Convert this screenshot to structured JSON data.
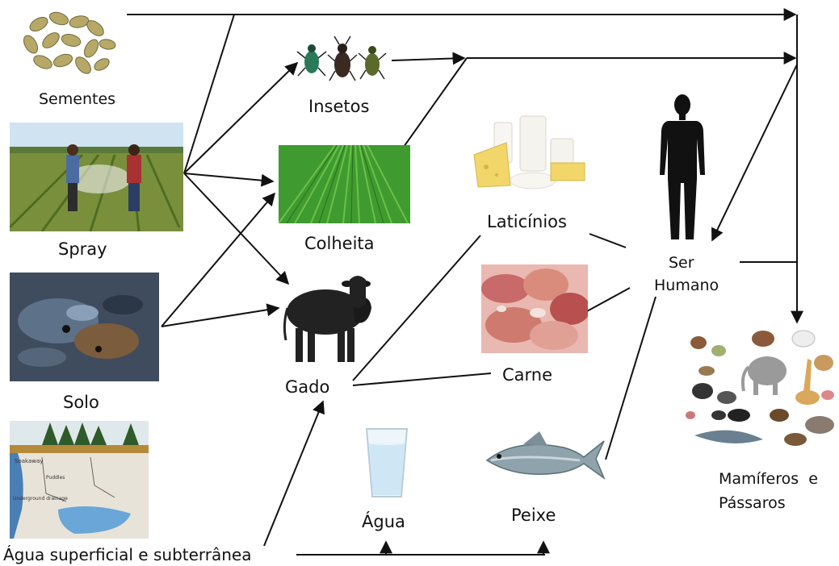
{
  "nodes": {
    "sementes": "Sementes",
    "spray": "Spray",
    "solo": "Solo",
    "agua_superficial": "Água superficial e subterrânea",
    "insetos": "Insetos",
    "colheita": "Colheita",
    "gado": "Gado",
    "laticinios": "Laticínios",
    "carne": "Carne",
    "ser_humano_line1": "Ser",
    "ser_humano_line2": "Humano",
    "agua": "Água",
    "peixe": "Peixe",
    "mamiferos_line1": "Mamíferos  e",
    "mamiferos_line2": "Pássaros"
  },
  "groundwater_labels": {
    "left1": "Soakaway",
    "left2": "Underground drainage",
    "right": "Puddles"
  },
  "colors": {
    "line": "#111111",
    "grass": "#3f9b2f",
    "water": "#4a90c8",
    "fish": "#8fa3ad",
    "meat": "#c86a6a",
    "cow": "#222222"
  },
  "icons": {
    "seeds": "pumpkin-seeds-photo",
    "spray": "farmers-spraying-photo",
    "soil": "polluted-soil-photo",
    "groundwater": "groundwater-diagram",
    "insects": "beetles-photo",
    "crop": "green-crop-field-photo",
    "cow": "cow-photo",
    "dairy": "dairy-products-photo",
    "meat": "meat-cuts-photo",
    "human": "human-silhouette",
    "water_glass": "water-glass-photo",
    "fish": "fish-photo",
    "wildlife": "mammals-and-birds-collage"
  }
}
